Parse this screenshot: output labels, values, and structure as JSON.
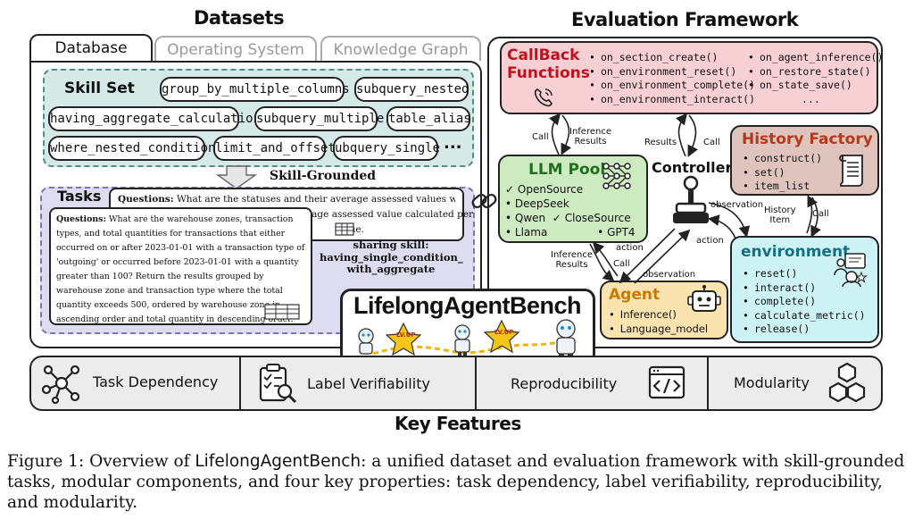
{
  "datasets": {
    "title": "Datasets",
    "tabs": [
      "Database",
      "Operating System",
      "Knowledge Graph"
    ],
    "skill_set_label": "Skill Set",
    "skills": [
      "group_by_multiple_columns",
      "subquery_nested",
      "having_aggregate_calculation",
      "subquery_multiple",
      "table_alias",
      "where_nested_conditions",
      "limit_and_offset",
      "ubquery_single"
    ],
    "ellipsis": "...",
    "skill_grounded_label": "Skill-Grounded",
    "tasks_label": "Tasks",
    "question_label": "Questions:",
    "back_question_line1": "What are the statuses and their average assessed values where the average",
    "back_question_line2": "verage assessed value calculated per",
    "back_question_line3": "alue.",
    "front_question": "What are the warehouse zones, transaction types, and total quantities for transactions that either occurred on or after 2023-01-01 with a transaction type of 'outgoing' or occurred before 2023-01-01 with a quantity greater than 100? Return the results grouped by warehouse zone and transaction type where the total quantity exceeds 500, ordered by warehouse zone in ascending order and total quantity in descending order.",
    "sharing_skill_label": "sharing skill:",
    "sharing_skill_value_1": "having_single_condition_",
    "sharing_skill_value_2": "with_aggregate"
  },
  "evaluation": {
    "title": "Evaluation Framework",
    "callback": {
      "title_line1": "CallBack",
      "title_line2": "Functions",
      "left": [
        "on_section_create()",
        "on_environment_reset()",
        "on_environment_complete()",
        "on_environment_interact()"
      ],
      "right": [
        "on_agent_inference()",
        "on_restore_state()",
        "on_state_save()",
        "..."
      ]
    },
    "llm_pool": {
      "title": "LLM Pool",
      "items": [
        "OpenSource",
        "DeepSeek",
        "Qwen",
        "Llama",
        "CloseSource",
        "GPT4"
      ],
      "check": "✓"
    },
    "controller": "Controller",
    "history_factory": {
      "title": "History Factory",
      "items": [
        "construct()",
        "set()",
        "item_list"
      ]
    },
    "environment": {
      "title": "environment",
      "items": [
        "reset()",
        "interact()",
        "complete()",
        "calculate_metric()",
        "release()"
      ]
    },
    "agent": {
      "title": "Agent",
      "items": [
        "Inference()",
        "Language_model"
      ]
    },
    "labels": {
      "call": "Call",
      "inference_results": [
        "Inference",
        "Results"
      ],
      "results": "Results",
      "history_item": [
        "History",
        "Item"
      ],
      "observation": "observation",
      "action": "action"
    }
  },
  "bench_title": "LifelongAgentBench",
  "lvup": "LV.UP",
  "key_features": {
    "title": "Key Features",
    "items": [
      "Task Dependency",
      "Label Verifiability",
      "Reproducibility",
      "Modularity"
    ]
  },
  "caption": {
    "prefix": "Figure 1: Overview of ",
    "name": "LifelongAgentBench",
    "rest": ": a unified dataset and evaluation framework with skill-grounded tasks, modular components, and four key properties: task dependency, label verifiability, reproducibility, and modularity."
  },
  "colors": {
    "callback_bg": "#f8cfd2",
    "llm_bg": "#cdeac0",
    "history_bg": "#dfc4bd",
    "env_bg": "#cdf3f7",
    "agent_bg": "#fbe3b0",
    "skill_bg": "#d5eae6",
    "tasks_bg": "#dddcf0",
    "callback_title": "#c0121e",
    "history_title": "#b33a1a",
    "llm_title": "#1f6e22",
    "env_title": "#157080",
    "agent_title": "#c77a06"
  }
}
